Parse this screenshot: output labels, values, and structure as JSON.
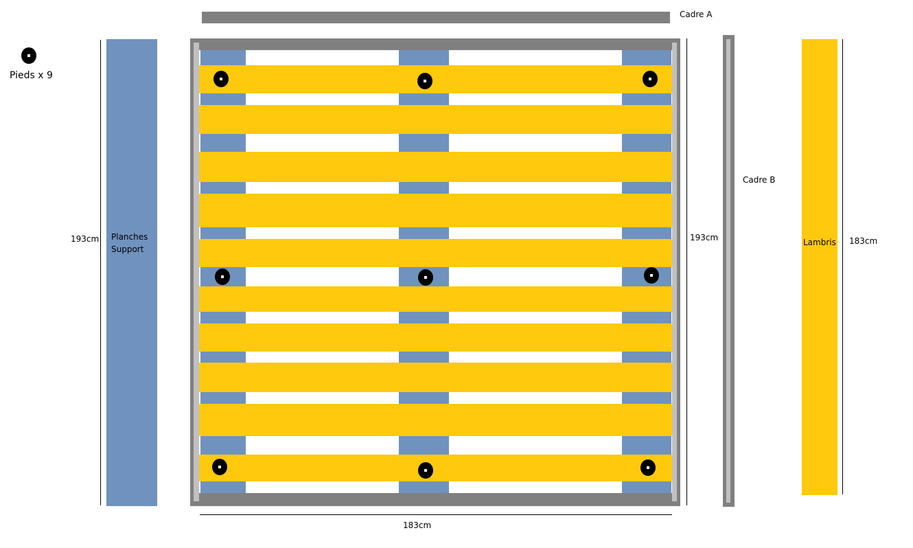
{
  "legend": {
    "feet_label": "Pieds x 9"
  },
  "cadre_a": {
    "label": "Cadre A"
  },
  "cadre_b": {
    "label": "Cadre B"
  },
  "support": {
    "label": "Planches Support",
    "length": "193cm"
  },
  "frame": {
    "height": "193cm",
    "width": "183cm",
    "slat_count": 10,
    "support_count": 3,
    "feet_count": 9
  },
  "lambris": {
    "label": "Lambris",
    "length": "183cm"
  },
  "colors": {
    "frame": "#808080",
    "support": "#7092be",
    "lambris": "#ffc90e",
    "foot": "#000000"
  }
}
